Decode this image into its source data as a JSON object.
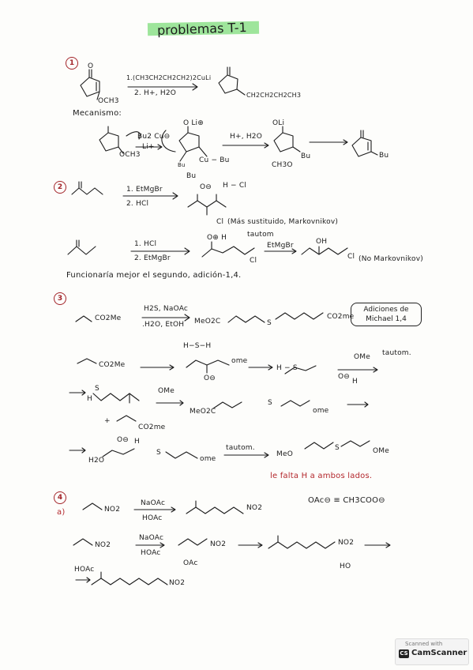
{
  "title": "problemas T-1",
  "problem_numbers": [
    "1",
    "2",
    "3",
    "4"
  ],
  "p1": {
    "reactant_label": "OCH3",
    "reactant_carbonyl": "O",
    "reagent_1": "1.(CH3CH2CH2CH2)2CuLi",
    "reagent_2": "2. H+, H2O",
    "product_label": "CH2CH2CH2CH3",
    "mecanismo": "Mecanismo:",
    "bu2culi": "Bu2 Cu⊖",
    "li_plus": "Li+",
    "mech_oli": "O Li⊕",
    "mech_och3": "OCH3",
    "mech_cu_bu": "Cu − Bu",
    "mech_bu1": "Bu",
    "mech_bu2": "Bu",
    "mech_h_h2o": "H+, H2O",
    "mech_oli2": "OLi",
    "mech_bu3": "Bu",
    "mech_ch3o": "CH3O",
    "mech_bu4": "Bu"
  },
  "p2": {
    "reagent_a1": "1. EtMgBr",
    "reagent_a2": "2. HCl",
    "product_a_o": "O⊖",
    "product_a_hcl": "H − Cl",
    "product_a_cl": "Cl",
    "note_a": "(Más sustituido, Markovnikov)",
    "reagent_b1": "1. HCl",
    "reagent_b2": "2. EtMgBr",
    "int_b_label": "O⊕ H",
    "tautom": "tautom",
    "etmgbr": "EtMgBr",
    "int_b_cl": "Cl",
    "product_b_oh": "OH",
    "product_b_cl": "Cl",
    "note_b": "(No Markovnikov)",
    "conclusion": "Funcionaría mejor el segundo, adición-1,4."
  },
  "p3": {
    "reactant_label": "CO2Me",
    "reagent_1": "H2S, NaOAc",
    "reagent_2": ".H2O, EtOH",
    "product_left": "MeO2C",
    "product_s": "S",
    "product_right": "CO2me",
    "box_note": "Adiciones de Michael 1,4",
    "m1_co2me": "CO2Me",
    "m1_hsh": "H−S−H",
    "m1_ome": "ome",
    "m1_o": "O⊖",
    "m1_hs": "H − S",
    "m1_ome2": "OMe",
    "m1_o2": "O⊖",
    "m1_h": "H",
    "tautom": "tautom.",
    "m2_ome": "OMe",
    "m2_h": "H",
    "m2_s": "S",
    "m2_co2me": "CO2me",
    "m2_plus": "+",
    "m2_meo2c": "MeO2C",
    "m2_s2": "S",
    "m2_ome2": "ome",
    "m3_h2o": "H2O",
    "m3_s": "S",
    "m3_ome": "ome",
    "m3_o": "O⊖",
    "m3_h": "H",
    "tautom2": "tautom.",
    "m3_meo": "MeO",
    "m3_s2": "S",
    "m3_ome2": "OMe",
    "note_red": "le falta H a ambos lados."
  },
  "p4": {
    "part_label": "a)",
    "reactant_no2": "NO2",
    "reagent_1": "NaOAc",
    "reagent_2": "HOAc",
    "product_no2": "NO2",
    "oac_def": "OAc⊖ ≡ CH3COO⊖",
    "m_no2": "NO2",
    "m_naoac": "NaOAc",
    "m_hoac": "HOAc",
    "m_no2b": "NO2",
    "m_oac": "OAc",
    "m_no2c": "NO2",
    "m_ho": "HO",
    "hoac": "HOAc",
    "final_no2": "NO2"
  },
  "watermark": {
    "line1": "Scanned with",
    "logo": "CS",
    "line2": "CamScanner"
  },
  "colors": {
    "ink": "#1c1c1c",
    "red_ink": "#a3252a",
    "highlight": "#8de08a"
  }
}
